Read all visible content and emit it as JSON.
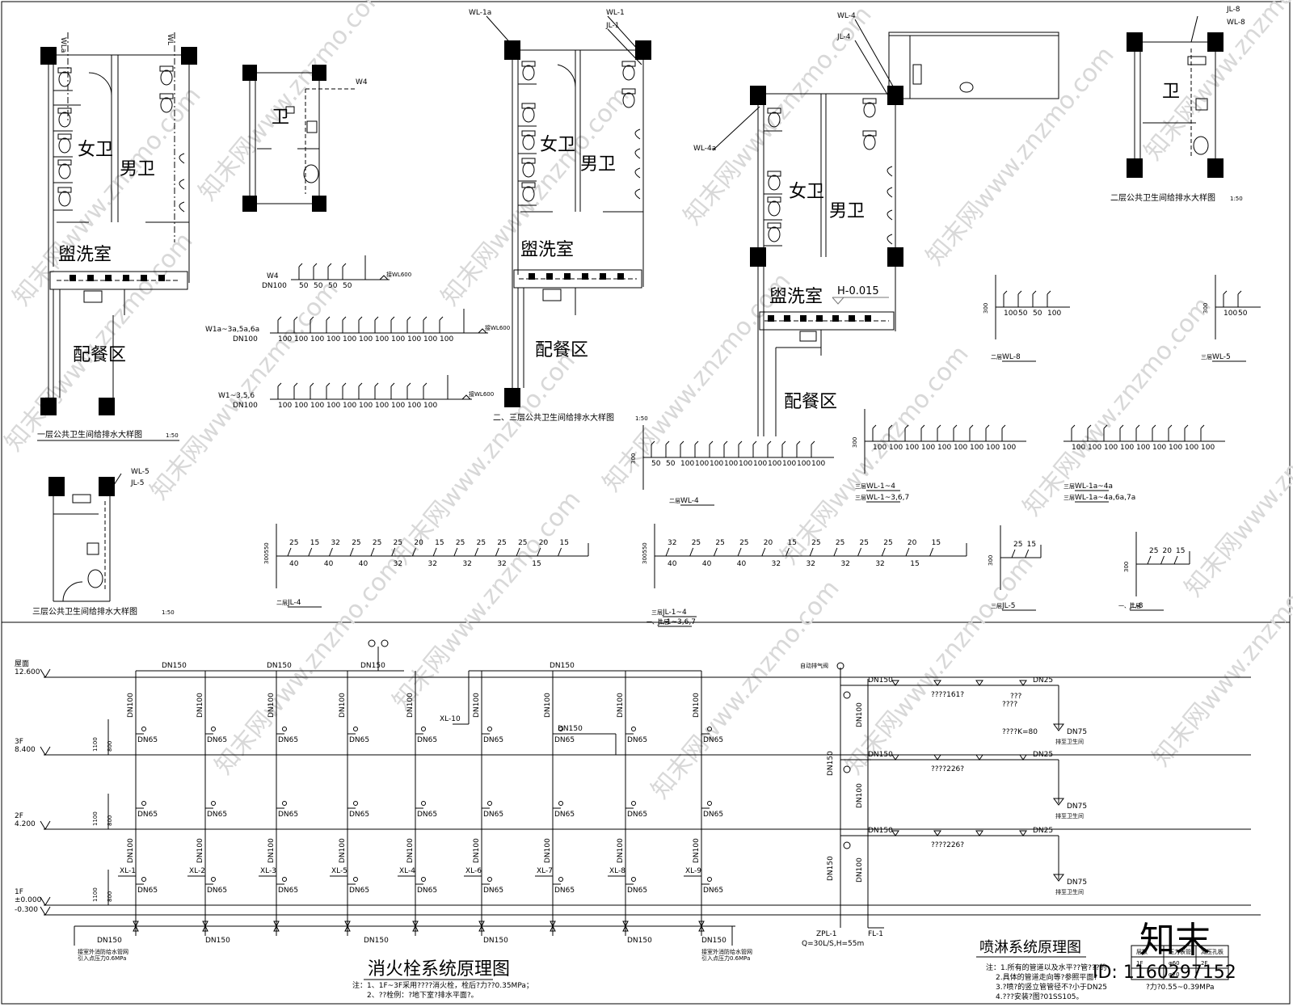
{
  "plan1": {
    "pipe_top_left": "WLa",
    "pipe_top_right": "WL",
    "room_women": "女卫",
    "room_men": "男卫",
    "room_wash": "盥洗室",
    "room_pantry": "配餐区",
    "caption": "一层公共卫生间给排水大样图",
    "scale": "1:50"
  },
  "plan_small": {
    "room": "卫",
    "pipe": "W4"
  },
  "plan2": {
    "pipe_a": "WL-1a",
    "pipe_b": "WL-1",
    "pipe_c": "JL-1",
    "room_women": "女卫",
    "room_men": "男卫",
    "room_wash": "盥洗室",
    "room_pantry": "配餐区",
    "caption": "二、三层公共卫生间给排水大样图",
    "scale": "1:50"
  },
  "plan3": {
    "pipe_a": "WL-4",
    "pipe_b": "JL-4",
    "pipe_c": "WL-4a",
    "room_women": "女卫",
    "room_men": "男卫",
    "room_wash": "盥洗室",
    "room_pantry": "配餐区",
    "level": "H-0.015"
  },
  "plan4": {
    "pipe_a": "JL-8",
    "pipe_b": "WL-8",
    "room": "卫",
    "caption": "二层公共卫生间给排水大样图",
    "scale": "1:50"
  },
  "plan5": {
    "pipe_a": "WL-5",
    "pipe_b": "JL-5",
    "caption": "三层公共卫生间给排水大样图",
    "scale": "1:50"
  },
  "iso": {
    "w4_label": "W4",
    "w4_dn": "DN100",
    "w4_sizes": [
      "50",
      "50",
      "50",
      "50"
    ],
    "w4_note": "接WL600",
    "wl1a_label": "W1a~3a,5a,6a",
    "wl1a_dn": "DN100",
    "wl1a_sizes": [
      "100",
      "100",
      "100",
      "100",
      "100",
      "100",
      "100",
      "100",
      "100",
      "100",
      "100"
    ],
    "wl1a_note": "接WL600",
    "wl1_label": "W1~3,5,6",
    "wl1_dn": "DN100",
    "wl1_sizes": [
      "100",
      "100",
      "100",
      "100",
      "100",
      "100",
      "100",
      "100",
      "100",
      "100"
    ],
    "wl1_note": "接WL600",
    "wl4_sizes": [
      "50",
      "50",
      "100",
      "100",
      "100",
      "100",
      "100",
      "100",
      "100",
      "100",
      "100",
      "100"
    ],
    "wl4_h": "300",
    "wl4_label": "WL-4",
    "wl4_floor": "二层",
    "wl1_4_sizes": [
      "100",
      "100",
      "100",
      "100",
      "100",
      "100",
      "100",
      "100",
      "100"
    ],
    "wl1_4_h": "300",
    "wl1_4_label": "WL-1~4",
    "wl1_4_label2": "WL-1~3,6,7",
    "wl1_4_floor": "三层",
    "wl1a_4a_sizes": [
      "100",
      "100",
      "100",
      "100",
      "100",
      "100",
      "100",
      "100",
      "100"
    ],
    "wl1a_4a_label": "WL-1a~4a",
    "wl1a_4a_label2": "WL-1a~4a,6a,7a",
    "wl8_sizes": [
      "100",
      "50",
      "50",
      "100"
    ],
    "wl8_h": "300",
    "wl8_label": "WL-8",
    "wl8_floor": "二层",
    "wl5_sizes": [
      "100",
      "50"
    ],
    "wl5_h": "300",
    "wl5_label": "WL-5",
    "wl5_floor": "三层",
    "jl4_top": [
      "25",
      "15",
      "32",
      "25",
      "25",
      "25",
      "20",
      "15",
      "25",
      "25",
      "25",
      "25",
      "20",
      "15"
    ],
    "jl4_bot": [
      "40",
      "40",
      "40",
      "32",
      "32",
      "32",
      "32",
      "15"
    ],
    "jl4_h": "300550",
    "jl4_label": "JL-4",
    "jl4_floor": "二层",
    "jl1_top": [
      "32",
      "25",
      "25",
      "25",
      "20",
      "15",
      "25",
      "25",
      "25",
      "25",
      "20",
      "15"
    ],
    "jl1_bot": [
      "40",
      "40",
      "40",
      "32",
      "32",
      "32",
      "32",
      "15"
    ],
    "jl1_h": "300550",
    "jl1_label": "JL-1~4",
    "jl1_label2": "JL-1~3,6,7",
    "jl1_floor": "三层",
    "jl1_floor2": "一、二层",
    "jl5_sizes": [
      "25",
      "15"
    ],
    "jl5_h": "300",
    "jl5_label": "JL-5",
    "jl5_floor": "三层",
    "jl8_sizes": [
      "25",
      "20",
      "15"
    ],
    "jl8_h": "300",
    "jl8_label": "JL-8",
    "jl8_floor": "一、二层"
  },
  "hydrant": {
    "levels": [
      {
        "name": "屋面",
        "elev": "12.600"
      },
      {
        "name": "3F",
        "elev": "8.400"
      },
      {
        "name": "2F",
        "elev": "4.200"
      },
      {
        "name": "1F",
        "elev": "±0.000"
      },
      {
        "name": "",
        "elev": "-0.300"
      }
    ],
    "dn150": "DN150",
    "dn100": "DN100",
    "dn65": "DN65",
    "h1100": "1100",
    "h800": "800",
    "risers": [
      "XL-1",
      "XL-2",
      "XL-3",
      "XL-5",
      "XL-4",
      "XL-6",
      "XL-7",
      "XL-8",
      "XL-9"
    ],
    "xl10": "XL-10",
    "inlet_note_left": "接室外消防给水管网\n引入点压力0.6MPa",
    "inlet_note_right": "接室外消防给水管网\n引入点压力0.6MPa",
    "title": "消火栓系统原理图",
    "note1": "注：1、1F~3F采用????消火栓，栓后?力??0.35MPa；",
    "note2": "2、??栓例：?地下室?排水平面?。"
  },
  "sprinkler": {
    "title": "喷淋系统原理图",
    "valve_label": "自动排气阀",
    "dn150": "DN150",
    "dn25": "DN25",
    "dn100": "DN100",
    "dn75": "DN75",
    "flr3_count": "????161?",
    "flr2_count": "????226?",
    "flr1_count": "????226?",
    "note_a": "????",
    "note_b": "???",
    "note_k": "????K=80",
    "drain": "排至卫生间",
    "zpl": "ZPL-1",
    "zpl_spec": "Q=30L/S,H=55m",
    "fl": "FL-1",
    "note1": "注：1.所有的管道以及水平??管???的",
    "note2": "2.具体的管道走向等?参照平面?",
    "note3": "3.?喷?的竖立管管径不?小于DN25",
    "note4": "4.???安装?图?01SS105。",
    "note_extra": "?力?0.55~0.39MPa",
    "table": [
      [
        "层数",
        "压力表管",
        "减压孔板"
      ],
      [
        "1F",
        "φ60",
        "2F"
      ],
      [
        "",
        "φ70",
        ""
      ]
    ]
  },
  "watermark": "知末网www.znzmo.com",
  "brand": "知末",
  "id_text": "ID: 1160297152"
}
